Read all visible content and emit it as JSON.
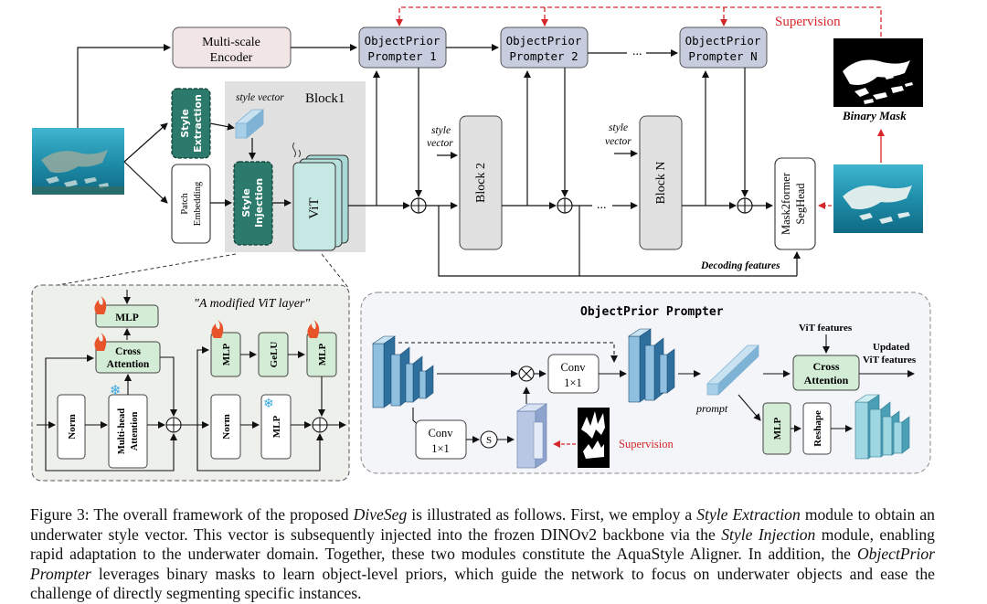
{
  "top": {
    "supervision_label": "Supervision",
    "binary_mask_label": "Binary Mask",
    "multiscale_encoder": [
      "Multi-scale",
      "Encoder"
    ],
    "prompters": [
      [
        "ObjectPrior",
        "Prompter 1"
      ],
      [
        "ObjectPrior",
        "Prompter 2"
      ],
      [
        "ObjectPrior",
        "Prompter N"
      ]
    ],
    "ellipsis": "...",
    "style_extraction": [
      "Style",
      "Extraction"
    ],
    "patch_embedding": [
      "Patch",
      "Embedding"
    ],
    "style_injection": [
      "Style",
      "Injection"
    ],
    "style_vector_italic": "style vector",
    "block1": "Block1",
    "vit": "ViT",
    "style_vector_labels": [
      [
        "style",
        "vector"
      ],
      [
        "style",
        "vector"
      ]
    ],
    "block2": "Block 2",
    "blockN": "Block N",
    "seghead": [
      "Mask2former",
      "SegHead"
    ],
    "decoding_features": "Decoding features"
  },
  "vit_layer": {
    "title": "\"A modified ViT layer\"",
    "mlp": "MLP",
    "cross_attention": [
      "Cross",
      "Attention"
    ],
    "norm": "Norm",
    "multihead": [
      "Multi-head",
      "Attention"
    ],
    "gelu": "GeLU"
  },
  "prompter": {
    "title": "ObjectPrior Prompter",
    "conv": [
      "Conv",
      "1×1"
    ],
    "s": "S",
    "supervision": "Supervision",
    "prompt": "prompt",
    "vit_features": "ViT features",
    "updated": [
      "Updated",
      "ViT features"
    ],
    "cross_attention": [
      "Cross",
      "Attention"
    ],
    "mlp": "MLP",
    "reshape": "Reshape"
  },
  "caption": {
    "figure_label": "Figure 3:",
    "s1": "The overall framework of the proposed",
    "diveseg": "DiveSeg",
    "s2": "is illustrated as follows. First, we employ a",
    "style_extraction": "Style Extraction",
    "s3": "module to obtain an underwater style vector. This vector is subsequently injected into the frozen DINOv2 backbone via the",
    "style_injection": "Style Injection",
    "s4": "module, enabling rapid adaptation to the underwater domain. Together, these two modules constitute the AquaStyle Aligner. In addition, the",
    "objectprior": "ObjectPrior Prompter",
    "s5": "leverages binary masks to learn object-level priors, which guide the network to focus on underwater objects and ease the challenge of directly segmenting specific instances."
  },
  "colors": {
    "teal": "#2c7a6b",
    "prompter_fill": "#c7ccdf",
    "encoder_fill": "#f1e5e5",
    "green_fill": "#d3ecd6",
    "supervision_red": "#d62728",
    "block_grey": "#e1e1e1"
  }
}
